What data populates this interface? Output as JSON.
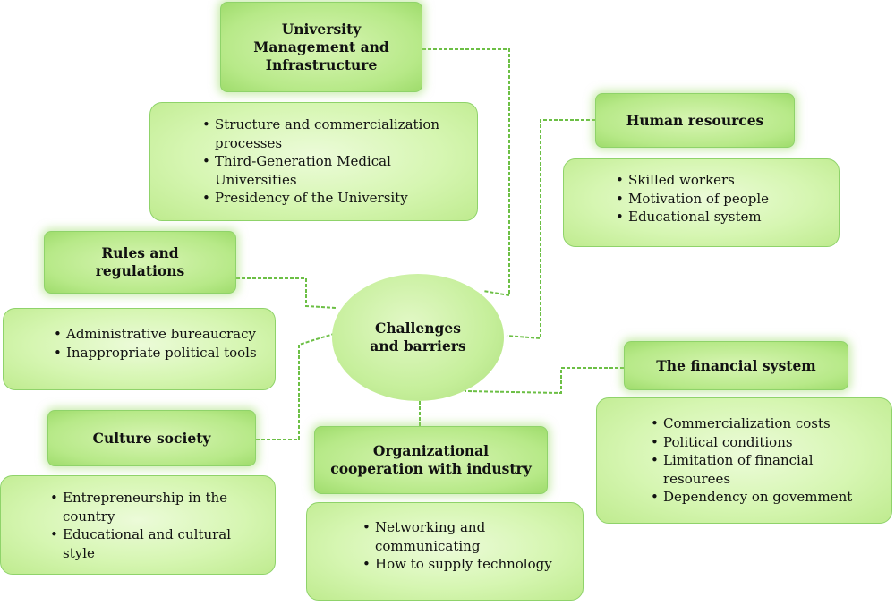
{
  "center": {
    "label": "Challenges and barriers"
  },
  "nodes": [
    {
      "id": "management",
      "title": "University Management and Infrastructure",
      "items": [
        "Structure and commercialization processes",
        "Third-Generation Medical Universities",
        "Presidency of the University"
      ]
    },
    {
      "id": "human",
      "title": "Human resources",
      "items": [
        "Skilled workers",
        "Motivation of people",
        "Educational system"
      ]
    },
    {
      "id": "rules",
      "title": "Rules and regulations",
      "items": [
        "Administrative bureaucracy",
        "Inappropriate political tools"
      ]
    },
    {
      "id": "financial",
      "title": "The financial system",
      "items": [
        "Commercialization costs",
        "Political conditions",
        "Limitation of financial resourees",
        "Dependency on govemment"
      ]
    },
    {
      "id": "culture",
      "title": "Culture society",
      "items": [
        "Entrepreneurship in the country",
        "Educational and cultural style"
      ]
    },
    {
      "id": "org",
      "title": "Organizational cooperation with industry",
      "items": [
        "Networking and communicating",
        "How to supply technology"
      ]
    }
  ],
  "colors": {
    "connector": "#6cbf45",
    "border": "#8fd36a",
    "fill": "#d6f6b2"
  }
}
